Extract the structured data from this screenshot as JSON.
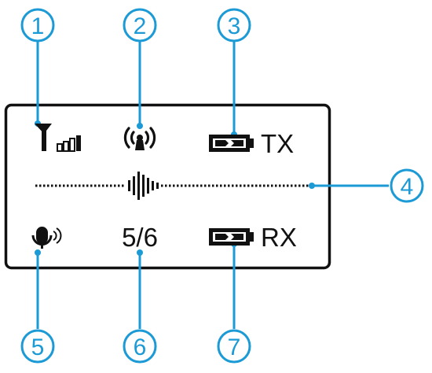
{
  "colors": {
    "callout": "#1b9ad6",
    "display_ink": "#111111",
    "frame": "#111111"
  },
  "callouts": [
    {
      "label": "1",
      "target": "signal-strength"
    },
    {
      "label": "2",
      "target": "antenna-link"
    },
    {
      "label": "3",
      "target": "tx-battery"
    },
    {
      "label": "4",
      "target": "audio-level-meter"
    },
    {
      "label": "5",
      "target": "mic-status"
    },
    {
      "label": "6",
      "target": "channel-indicator"
    },
    {
      "label": "7",
      "target": "rx-battery"
    }
  ],
  "display": {
    "tx_label": "TX",
    "rx_label": "RX",
    "channel": "5/6",
    "icons": {
      "signal": "signal-bars-icon",
      "antenna": "antenna-wifi-icon",
      "tx_battery": "battery-icon",
      "rx_battery": "battery-icon",
      "mic": "microphone-icon",
      "meter": "waveform-icon"
    }
  }
}
